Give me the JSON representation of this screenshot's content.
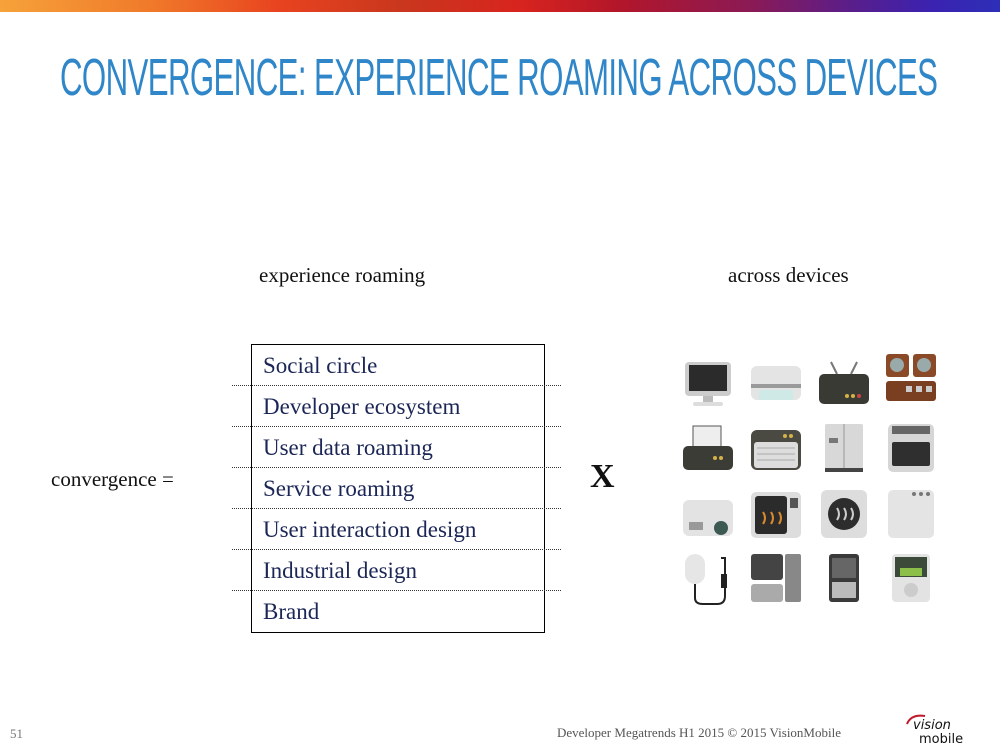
{
  "slide": {
    "title": "CONVERGENCE: EXPERIENCE ROAMING ACROSS DEVICES",
    "col_left_heading": "experience roaming",
    "col_right_heading": "across devices",
    "equation_label": "convergence =",
    "multiply_symbol": "X",
    "roaming_items": [
      "Social circle",
      "Developer ecosystem",
      "User data roaming",
      "Service roaming",
      "User interaction design",
      "Industrial design",
      "Brand"
    ],
    "devices": [
      "monitor-icon",
      "printer-icon",
      "router-icon",
      "speakers-icon",
      "receipt-printer-icon",
      "air-conditioner-icon",
      "fridge-icon",
      "oven-icon",
      "projector-icon",
      "microwave-icon",
      "washing-machine-icon",
      "dishwasher-icon",
      "mouse-icon",
      "desktop-computer-icon",
      "smartphone-icon",
      "music-player-icon"
    ]
  },
  "footer": {
    "page_number": "51",
    "text": "Developer Megatrends H1 2015 © 2015 VisionMobile",
    "logo_text": "vision mobile"
  },
  "colors": {
    "title": "#2f86c8",
    "table_text": "#1b2656"
  }
}
